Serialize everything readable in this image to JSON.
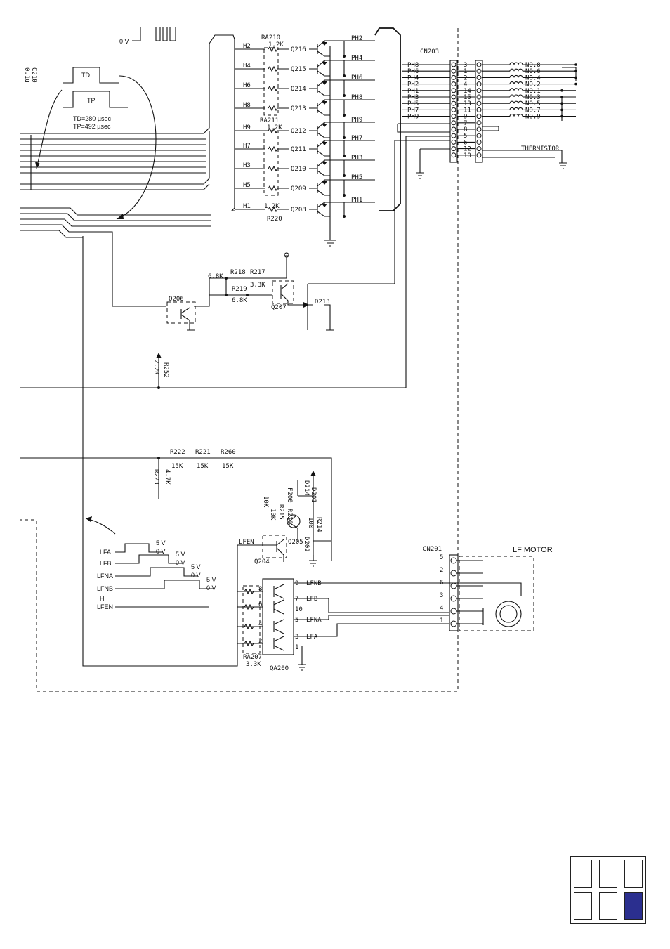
{
  "supply": {
    "zero_v": "0 V",
    "c210": "C210",
    "c210_val": "0.1u"
  },
  "timing": {
    "td": "TD",
    "tp": "TP",
    "td_spec": "TD=280 µsec",
    "tp_spec": "TP=492 µsec"
  },
  "head_drivers": {
    "ra210": "RA210",
    "ra210_val": "1.2K",
    "ra211": "RA211",
    "ra211_val": "1.2K",
    "r220": "R220",
    "r220_val": "1.2K",
    "rows": [
      {
        "in": "H2",
        "q": "Q216",
        "ph": "PH2"
      },
      {
        "in": "H4",
        "q": "Q215",
        "ph": "PH4"
      },
      {
        "in": "H6",
        "q": "Q214",
        "ph": "PH6"
      },
      {
        "in": "H8",
        "q": "Q213",
        "ph": "PH8"
      },
      {
        "in": "H9",
        "q": "Q212",
        "ph": "PH9"
      },
      {
        "in": "H7",
        "q": "Q211",
        "ph": "PH7"
      },
      {
        "in": "H3",
        "q": "Q210",
        "ph": "PH3"
      },
      {
        "in": "H5",
        "q": "Q209",
        "ph": "PH5"
      },
      {
        "in": "H1",
        "q": "Q208",
        "ph": "PH1"
      }
    ]
  },
  "cn203": {
    "label": "CN203",
    "thermistor": "THERMISTOR",
    "rows": [
      {
        "sig": "PH8",
        "pin": "3",
        "out": "NO.8"
      },
      {
        "sig": "PH6",
        "pin": "1",
        "out": "NO.6"
      },
      {
        "sig": "PH4",
        "pin": "2",
        "out": "NO.4"
      },
      {
        "sig": "PH2",
        "pin": "4",
        "out": "NO.2"
      },
      {
        "sig": "PH1",
        "pin": "14",
        "out": "NO.1"
      },
      {
        "sig": "PH3",
        "pin": "15",
        "out": "NO.3"
      },
      {
        "sig": "PH5",
        "pin": "13",
        "out": "NO.5"
      },
      {
        "sig": "PH7",
        "pin": "11",
        "out": "NO.7"
      },
      {
        "sig": "PH9",
        "pin": "9",
        "out": "NO.9"
      },
      {
        "sig": "",
        "pin": "7",
        "out": ""
      },
      {
        "sig": "",
        "pin": "8",
        "out": ""
      },
      {
        "sig": "",
        "pin": "5",
        "out": ""
      },
      {
        "sig": "",
        "pin": "6",
        "out": ""
      },
      {
        "sig": "",
        "pin": "12",
        "out": ""
      },
      {
        "sig": "",
        "pin": "10",
        "out": ""
      }
    ]
  },
  "common_drive": {
    "r218": "R218",
    "r218_val": "6.8K",
    "r217": "R217",
    "r217_val": "3.3K",
    "r219": "R219",
    "r219_val": "6.8K",
    "q206": "Q206",
    "q207": "Q207",
    "d213": "D213",
    "r252": "R252",
    "r252_val": "2.2K"
  },
  "lf_section": {
    "r222": "R222",
    "r222_val": "15K",
    "r221": "R221",
    "r221_val": "15K",
    "r260": "R260",
    "r260_val": "15K",
    "r223": "R223",
    "r223_val": "4.7K",
    "d214": "D214",
    "d201": "D201",
    "d202": "D202",
    "f200": "F200",
    "r214": "R214",
    "r214_val": "100",
    "r215": "R215",
    "r215_val": "10K",
    "r216": "R216",
    "r216_val": "10K",
    "lfen": "LFEN",
    "q204": "Q204",
    "q205": "Q205",
    "qa200": "QA200",
    "ra207": "RA207",
    "ra207_val": "3.3K",
    "outputs": [
      {
        "pin_a": "9",
        "pin_b": "",
        "sig": "LFNB"
      },
      {
        "pin_a": "7",
        "pin_b": "10",
        "sig": "LFB"
      },
      {
        "pin_a": "5",
        "pin_b": "",
        "sig": "LFNA"
      },
      {
        "pin_a": "3",
        "pin_b": "1",
        "sig": "LFA"
      }
    ],
    "inputs": [
      "8",
      "6",
      "4",
      "2"
    ]
  },
  "lf_timing": {
    "rows": [
      {
        "name": "LFA",
        "hi": "5 V",
        "lo": "0 V"
      },
      {
        "name": "LFB",
        "hi": "5 V",
        "lo": "0 V"
      },
      {
        "name": "LFNA",
        "hi": "5 V",
        "lo": "0 V"
      },
      {
        "name": "LFNB",
        "hi": "5 V",
        "lo": "0 V"
      },
      {
        "name": "H",
        "hi": "",
        "lo": ""
      },
      {
        "name": "LFEN",
        "hi": "",
        "lo": ""
      }
    ]
  },
  "cn201": {
    "label": "CN201",
    "motor": "LF MOTOR",
    "pins": [
      "5",
      "2",
      "6",
      "3",
      "4",
      "1"
    ]
  },
  "navigator": {
    "active_cell": 5
  }
}
